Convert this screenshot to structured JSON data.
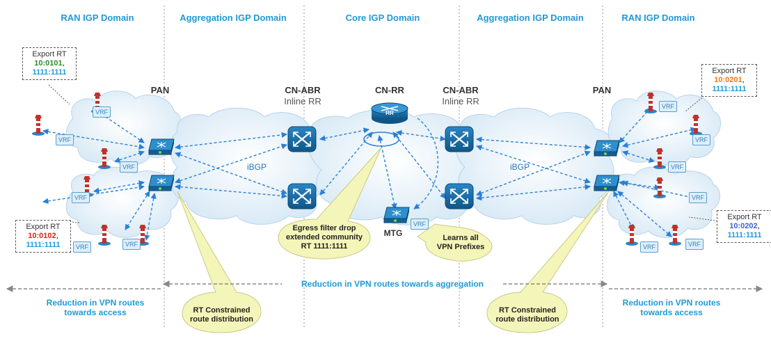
{
  "domains": {
    "ran_left": "RAN IGP Domain",
    "agg_left": "Aggregation IGP Domain",
    "core": "Core IGP Domain",
    "agg_right": "Aggregation IGP Domain",
    "ran_right": "RAN IGP Domain"
  },
  "nodes": {
    "pan_left": "PAN",
    "pan_right": "PAN",
    "cn_abr_left": "CN-ABR",
    "cn_abr_left_sub": "Inline RR",
    "cn_rr": "CN-RR",
    "cn_abr_right": "CN-ABR",
    "cn_abr_right_sub": "Inline RR",
    "mtg": "MTG",
    "rr_badge": "RR"
  },
  "ibgp_left": "iBGP",
  "ibgp_right": "iBGP",
  "vrf_label": "VRF",
  "callouts": {
    "tl": {
      "head": "Export RT",
      "rt": "10:0101",
      "rt_color": "#2e8b2e",
      "rt2": "1111:1111"
    },
    "bl": {
      "head": "Export RT",
      "rt": "10:0102",
      "rt_color": "#e0201c",
      "rt2": "1111:1111"
    },
    "tr": {
      "head": "Export RT",
      "rt": "10:0201",
      "rt_color": "#f07a1a",
      "rt2": "1111:1111"
    },
    "br": {
      "head": "Export RT",
      "rt": "10:0202",
      "rt_color": "#3b5fcf",
      "rt2": "1111:1111"
    }
  },
  "bubbles": {
    "egress_1": "Egress filter drop",
    "egress_2": "extended community",
    "egress_3": "RT 1111:1111",
    "learns_1": "Learns all",
    "learns_2": "VPN Prefixes",
    "rtc_left_1": "RT Constrained",
    "rtc_left_2": "route distribution",
    "rtc_right_1": "RT Constrained",
    "rtc_right_2": "route distribution"
  },
  "reduction": {
    "center": "Reduction in VPN routes towards aggregation",
    "left_1": "Reduction in VPN routes",
    "left_2": "towards access",
    "right_1": "Reduction in VPN routes",
    "right_2": "towards access"
  },
  "colors": {
    "domain_text": "#1f9ad6",
    "link": "#2a7fd4",
    "cloud": "#e4f1fa",
    "router": "#1b6ea8",
    "bubble": "#f4f5b8"
  }
}
